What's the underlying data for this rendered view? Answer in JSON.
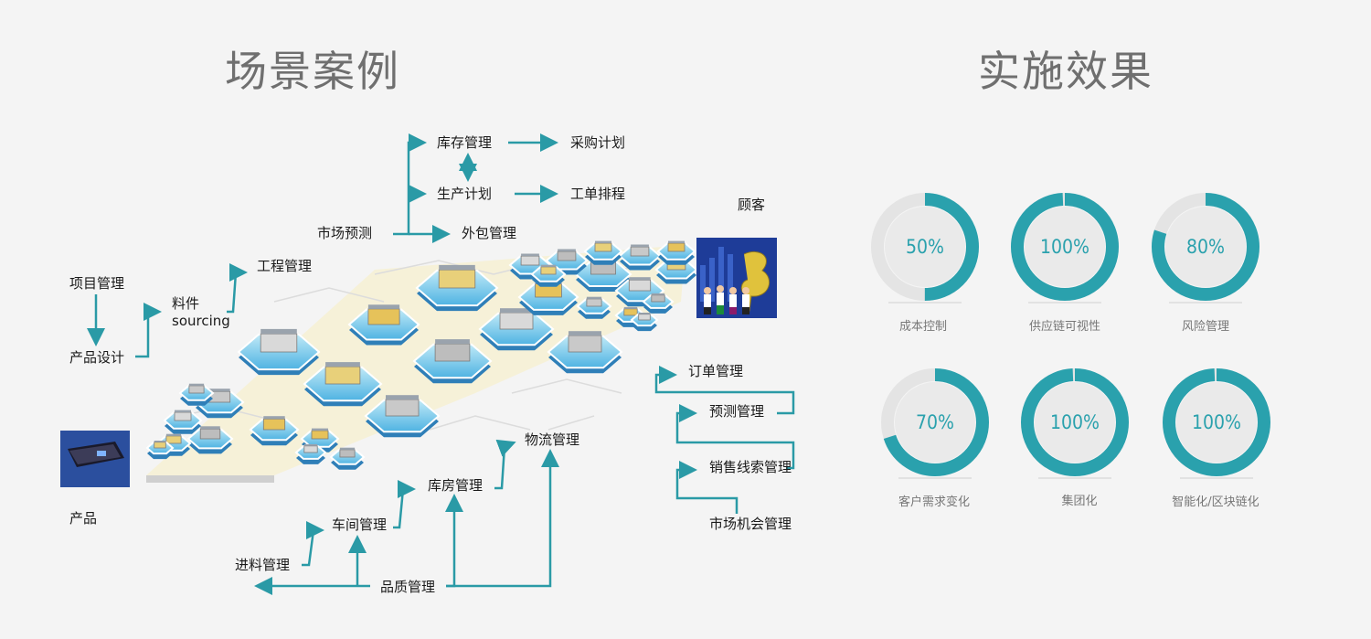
{
  "titles": {
    "left": "场景案例",
    "right": "实施效果"
  },
  "flow": {
    "inventory": "库存管理",
    "purchase_plan": "采购计划",
    "production_plan": "生产计划",
    "work_order": "工单排程",
    "market_forecast": "市场预测",
    "outsourcing": "外包管理",
    "customer": "顾客",
    "engineering": "工程管理",
    "project": "项目管理",
    "material": "料件",
    "sourcing": "sourcing",
    "product_design": "产品设计",
    "product": "产品",
    "order_mgmt": "订单管理",
    "forecast_mgmt": "预测管理",
    "sales_leads": "销售线索管理",
    "market_opportunity": "市场机会管理",
    "logistics": "物流管理",
    "warehouse": "库房管理",
    "workshop": "车间管理",
    "incoming": "进料管理",
    "quality": "品质管理"
  },
  "rings": [
    {
      "pct_text": "50%",
      "value": 50,
      "label": "成本控制"
    },
    {
      "pct_text": "100%",
      "value": 100,
      "label": "供应链可视性"
    },
    {
      "pct_text": "80%",
      "value": 80,
      "label": "风险管理"
    },
    {
      "pct_text": "70%",
      "value": 70,
      "label": "客户需求变化"
    },
    {
      "pct_text": "100%",
      "value": 100,
      "label": "集团化"
    },
    {
      "pct_text": "100%",
      "value": 100,
      "label": "智能化/区块链化"
    }
  ],
  "colors": {
    "teal": "#2a9aa6",
    "ring": "#2aa1ad",
    "track": "#e4e4e4",
    "inner": "#eaeaea"
  }
}
